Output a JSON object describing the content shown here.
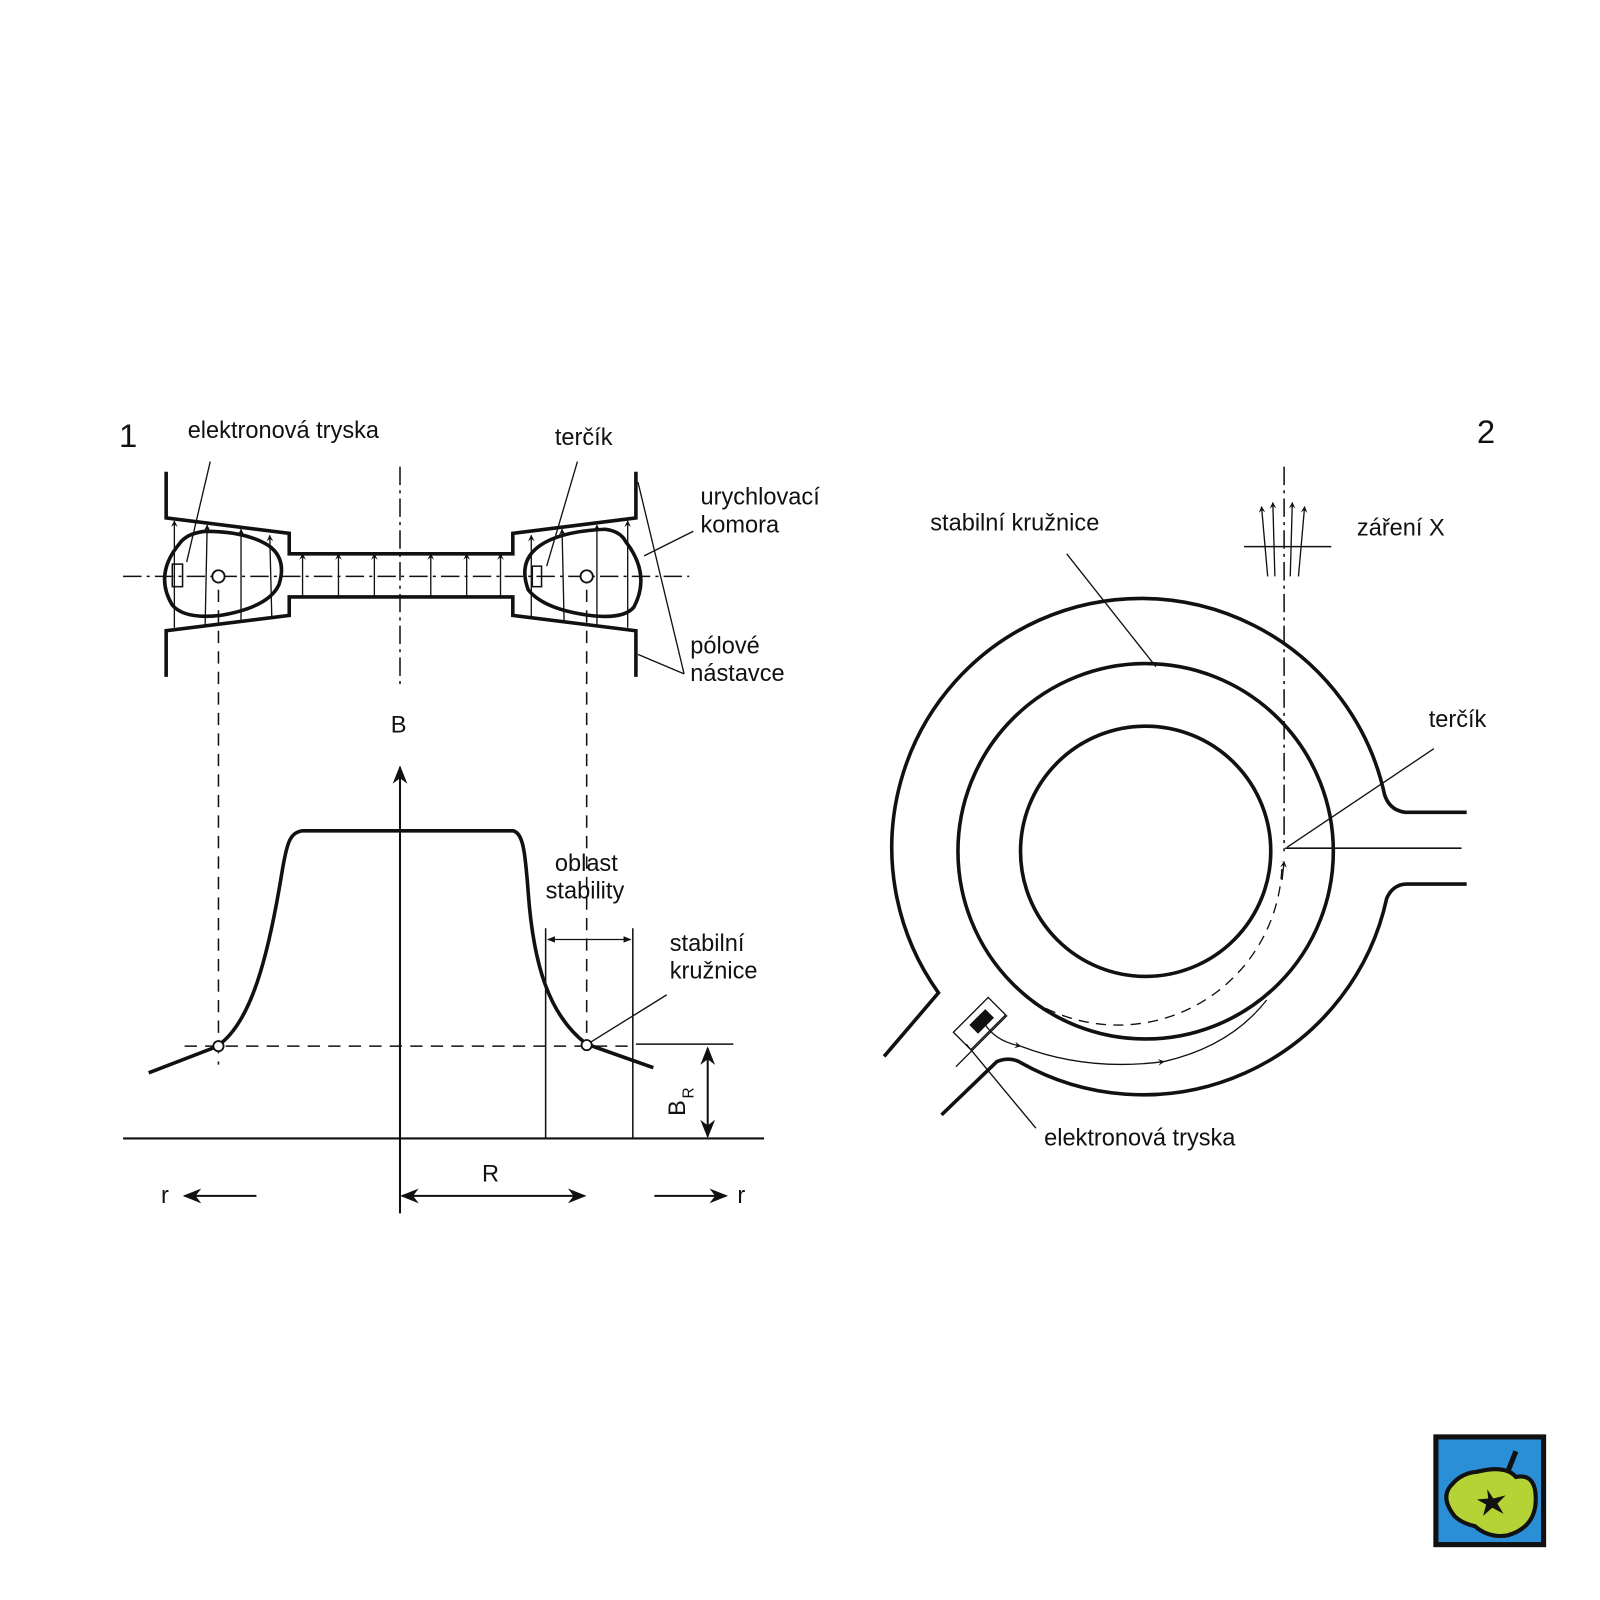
{
  "figure1": {
    "number": "1",
    "labels": {
      "electron_gun": "elektronová tryska",
      "target": "terčík",
      "chamber_line1": "urychlovací",
      "chamber_line2": "komora",
      "poles_line1": "pólové",
      "poles_line2": "nástavce",
      "b_axis": "B",
      "stability_line1": "oblast",
      "stability_line2": "stability",
      "stable_circle_line1": "stabilní",
      "stable_circle_line2": "kružnice",
      "br": "B",
      "br_sub": "R",
      "radius": "R",
      "r_left": "r",
      "r_right": "r"
    }
  },
  "figure2": {
    "number": "2",
    "labels": {
      "stable_circle": "stabilní kružnice",
      "xray": "záření X",
      "target": "terčík",
      "electron_gun": "elektronová tryska"
    }
  },
  "logo": {
    "colors": {
      "background": "#2b8fd8",
      "apple": "#b6d335",
      "outline": "#111111"
    }
  }
}
